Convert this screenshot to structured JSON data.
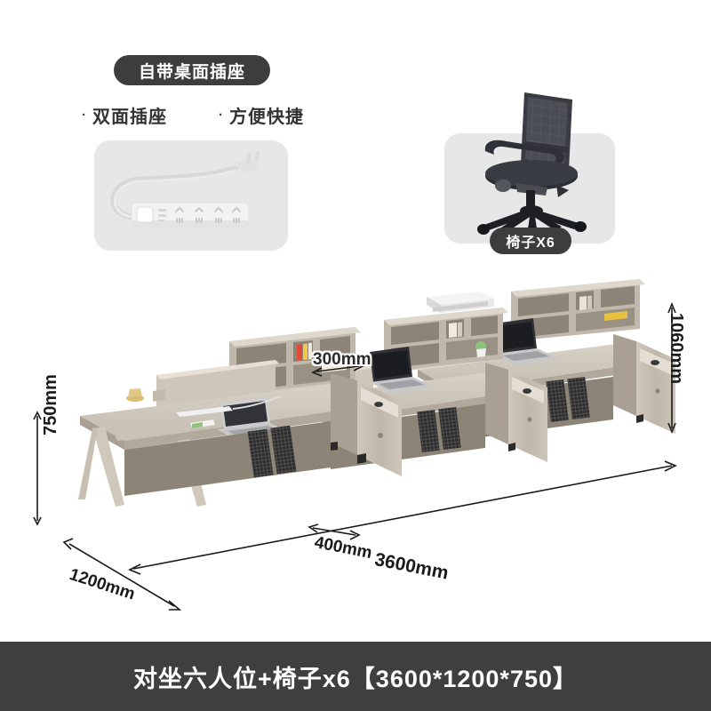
{
  "promo": {
    "badge_label": "自带桌面插座",
    "features": [
      {
        "bullet": "·",
        "label": "双面插座"
      },
      {
        "bullet": "·",
        "label": "方便快捷"
      }
    ],
    "power_strip_icon": "power-strip-icon"
  },
  "chair": {
    "badge_label": "椅子X6",
    "icon": "office-chair-icon"
  },
  "dimensions": {
    "shelf_depth": "300mm",
    "desk_height": "750mm",
    "unit_height": "1060mm",
    "cabinet_width": "400mm",
    "total_length": "3600mm",
    "total_depth": "1200mm"
  },
  "caption": {
    "text": "对坐六人位+椅子x6【3600*1200*750】"
  },
  "colors": {
    "badge_bg": "#3d3d3d",
    "panel_bg": "#e7e7e7",
    "caption_bg": "#3f3f3f",
    "desk_top": "#c9c2b6",
    "desk_light": "#ded7cb",
    "desk_shadow": "#a89f92",
    "cabinet_taupe": "#8d8478",
    "leg_beige": "#cfc8bb",
    "page_bg": "#ffffff"
  },
  "scene": {
    "workstation_count": 6,
    "items": [
      "laptop",
      "printer",
      "books",
      "power-strip",
      "file-rack",
      "plant",
      "mug"
    ]
  }
}
